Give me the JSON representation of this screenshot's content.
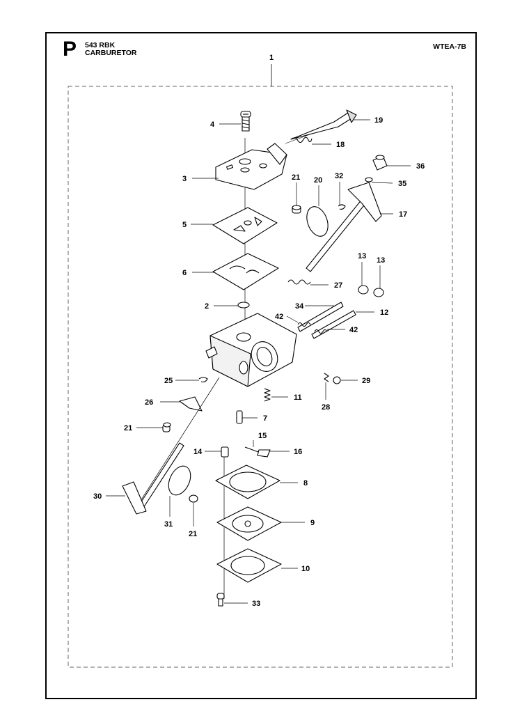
{
  "header": {
    "section_letter": "P",
    "model": "543 RBK",
    "assembly": "CARBURETOR",
    "code": "WTEA-7B"
  },
  "callouts": [
    {
      "id": "c-1",
      "text": "1"
    },
    {
      "id": "c-4",
      "text": "4"
    },
    {
      "id": "c-19",
      "text": "19"
    },
    {
      "id": "c-18",
      "text": "18"
    },
    {
      "id": "c-3",
      "text": "3"
    },
    {
      "id": "c-36",
      "text": "36"
    },
    {
      "id": "c-21a",
      "text": "21"
    },
    {
      "id": "c-20",
      "text": "20"
    },
    {
      "id": "c-32",
      "text": "32"
    },
    {
      "id": "c-35",
      "text": "35"
    },
    {
      "id": "c-17",
      "text": "17"
    },
    {
      "id": "c-5",
      "text": "5"
    },
    {
      "id": "c-13a",
      "text": "13"
    },
    {
      "id": "c-13b",
      "text": "13"
    },
    {
      "id": "c-6",
      "text": "6"
    },
    {
      "id": "c-27",
      "text": "27"
    },
    {
      "id": "c-2",
      "text": "2"
    },
    {
      "id": "c-34",
      "text": "34"
    },
    {
      "id": "c-12",
      "text": "12"
    },
    {
      "id": "c-42a",
      "text": "42"
    },
    {
      "id": "c-42b",
      "text": "42"
    },
    {
      "id": "c-25",
      "text": "25"
    },
    {
      "id": "c-29",
      "text": "29"
    },
    {
      "id": "c-11",
      "text": "11"
    },
    {
      "id": "c-28",
      "text": "28"
    },
    {
      "id": "c-26",
      "text": "26"
    },
    {
      "id": "c-7",
      "text": "7"
    },
    {
      "id": "c-21b",
      "text": "21"
    },
    {
      "id": "c-15",
      "text": "15"
    },
    {
      "id": "c-14",
      "text": "14"
    },
    {
      "id": "c-16",
      "text": "16"
    },
    {
      "id": "c-8",
      "text": "8"
    },
    {
      "id": "c-30",
      "text": "30"
    },
    {
      "id": "c-9",
      "text": "9"
    },
    {
      "id": "c-31",
      "text": "31"
    },
    {
      "id": "c-21c",
      "text": "21"
    },
    {
      "id": "c-10",
      "text": "10"
    },
    {
      "id": "c-33",
      "text": "33"
    }
  ]
}
